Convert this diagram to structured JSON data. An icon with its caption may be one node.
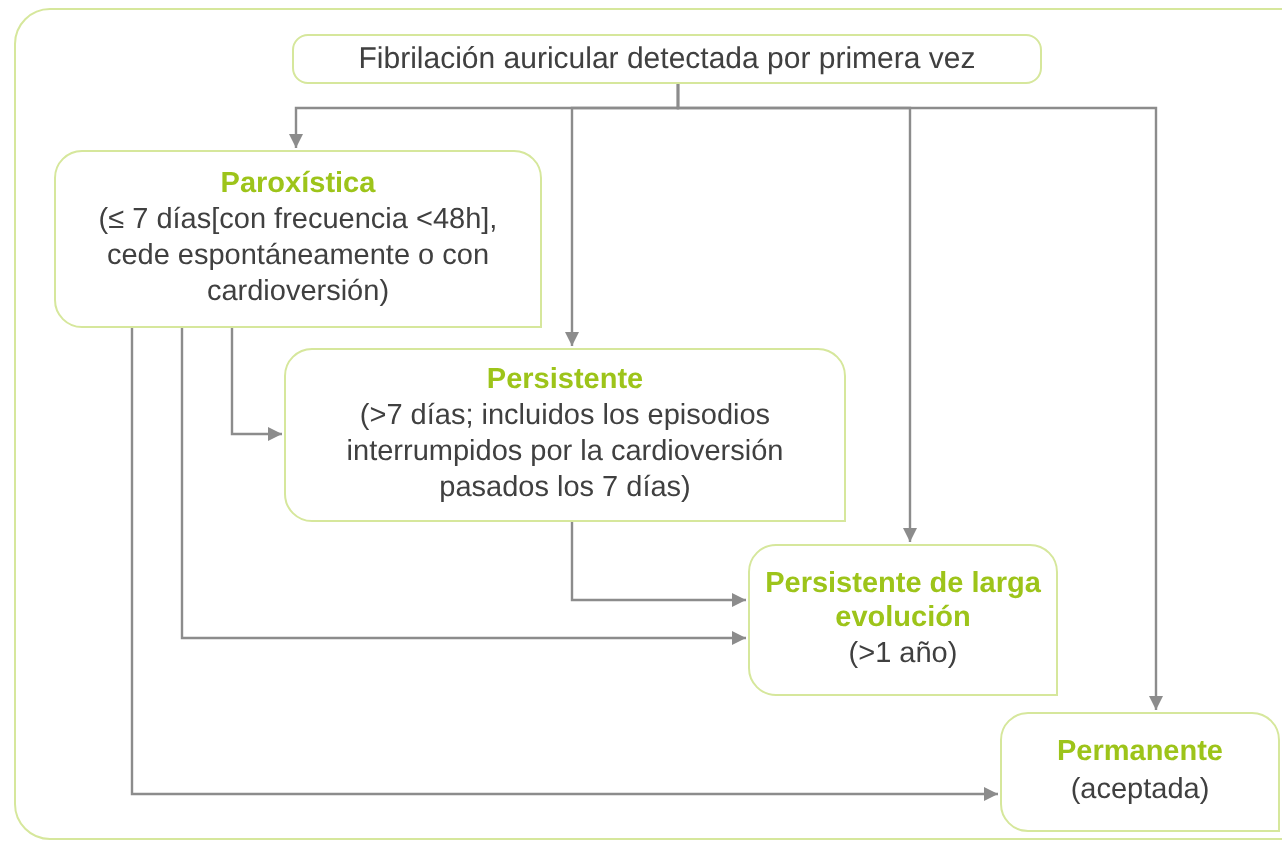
{
  "diagram": {
    "nodes": [
      {
        "text": [
          "Fibrilación auricular detectada por primera vez"
        ]
      },
      {
        "text": [
          "Paroxística",
          "(≤ 7 días[con frecuencia <48h], cede espontáneamente o con cardioversión)"
        ]
      },
      {
        "text": [
          "Persistente",
          "(>7 días; incluidos los episodios interrumpidos por la cardioversión pasados los 7 días)"
        ]
      },
      {
        "text": [
          "Persistente de larga evolución",
          "(>1 año)"
        ]
      },
      {
        "text": [
          "Permanente",
          "(aceptada)"
        ]
      }
    ],
    "edges": [
      {
        "from": 0,
        "to": 1,
        "arrow": "to"
      },
      {
        "from": 0,
        "to": 2,
        "arrow": "to"
      },
      {
        "from": 0,
        "to": 3,
        "arrow": "to"
      },
      {
        "from": 0,
        "to": 4,
        "arrow": "to"
      },
      {
        "from": 1,
        "to": 2,
        "arrow": "to"
      },
      {
        "from": 1,
        "to": 3,
        "arrow": "to"
      },
      {
        "from": 1,
        "to": 4,
        "arrow": "to"
      },
      {
        "from": 2,
        "to": 3,
        "arrow": "to"
      }
    ]
  }
}
